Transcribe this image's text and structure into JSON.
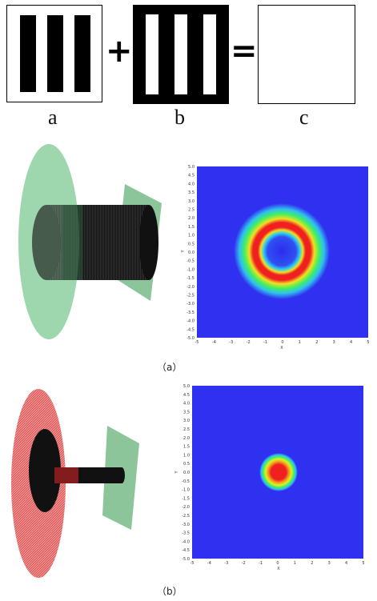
{
  "top": {
    "panel_labels": [
      "a",
      "b",
      "c"
    ],
    "operator_plus": "+",
    "operator_equals": "="
  },
  "plot_a": {
    "xlabel": "X",
    "ylabel": "Y",
    "xticks": [
      "-5",
      "-4",
      "-3",
      "-2",
      "-1",
      "0",
      "1",
      "2",
      "3",
      "4",
      "5"
    ],
    "yticks": [
      "5.0",
      "4.5",
      "4.0",
      "3.5",
      "3.0",
      "2.5",
      "2.0",
      "1.5",
      "1.0",
      "0.5",
      "0.0",
      "-0.5",
      "-1.0",
      "-1.5",
      "-2.0",
      "-2.5",
      "-3.0",
      "-3.5",
      "-4.0",
      "-4.5",
      "-5.0"
    ]
  },
  "plot_b": {
    "xlabel": "X",
    "ylabel": "Y",
    "xticks": [
      "-5",
      "-4",
      "-3",
      "-2",
      "-1",
      "0",
      "1",
      "2",
      "3",
      "4",
      "5"
    ],
    "yticks": [
      "5.0",
      "4.5",
      "4.0",
      "3.5",
      "3.0",
      "2.5",
      "2.0",
      "1.5",
      "1.0",
      "0.5",
      "0.0",
      "-0.5",
      "-1.0",
      "-1.5",
      "-2.0",
      "-2.5",
      "-3.0",
      "-3.5",
      "-4.0",
      "-4.5",
      "-5.0"
    ]
  },
  "captions": {
    "a": "（a）",
    "b": "（b）"
  },
  "colors": {
    "background": "#3030f0",
    "green_disc": "#9fd8ae",
    "red_disc": "#f08a8a",
    "green_plane": "#7fbf8f"
  }
}
